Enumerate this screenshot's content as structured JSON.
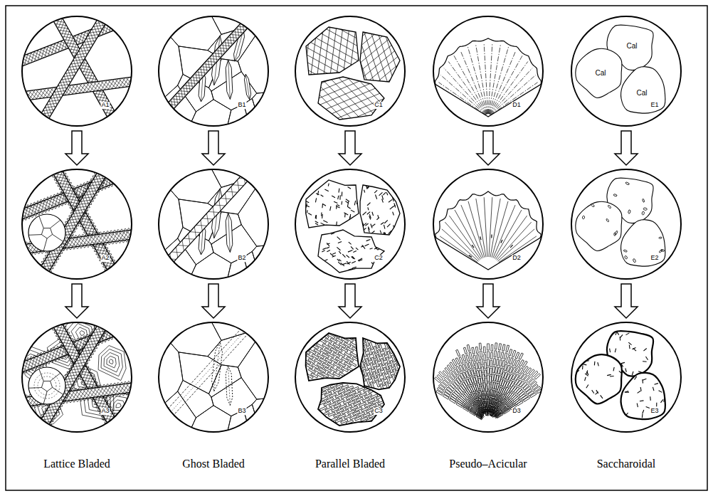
{
  "diagram": {
    "nodes": [
      {
        "text": [
          "A1"
        ]
      },
      {
        "text": [
          "A2"
        ]
      },
      {
        "text": [
          "A3"
        ]
      },
      {
        "text": [
          "B1"
        ]
      },
      {
        "text": [
          "B2"
        ]
      },
      {
        "text": [
          "B3"
        ]
      },
      {
        "text": [
          "C1"
        ]
      },
      {
        "text": [
          "C2"
        ]
      },
      {
        "text": [
          "C3"
        ]
      },
      {
        "text": [
          "D1"
        ]
      },
      {
        "text": [
          "D2"
        ]
      },
      {
        "text": [
          "D3"
        ]
      },
      {
        "text": [
          "Cal",
          "Cal",
          "Cal",
          "E1"
        ]
      },
      {
        "text": [
          "E2"
        ]
      },
      {
        "text": [
          "E3"
        ]
      }
    ],
    "edges": [
      {
        "from": 0,
        "to": 1,
        "arrow": "to"
      },
      {
        "from": 1,
        "to": 2,
        "arrow": "to"
      },
      {
        "from": 3,
        "to": 4,
        "arrow": "to"
      },
      {
        "from": 4,
        "to": 5,
        "arrow": "to"
      },
      {
        "from": 6,
        "to": 7,
        "arrow": "to"
      },
      {
        "from": 7,
        "to": 8,
        "arrow": "to"
      },
      {
        "from": 9,
        "to": 10,
        "arrow": "to"
      },
      {
        "from": 10,
        "to": 11,
        "arrow": "to"
      },
      {
        "from": 12,
        "to": 13,
        "arrow": "to"
      },
      {
        "from": 13,
        "to": 14,
        "arrow": "to"
      }
    ],
    "labels": [
      "Lattice Bladed",
      "Ghost Bladed",
      "Parallel Bladed",
      "Pseudo–Acicular",
      "Saccharoidal"
    ]
  }
}
